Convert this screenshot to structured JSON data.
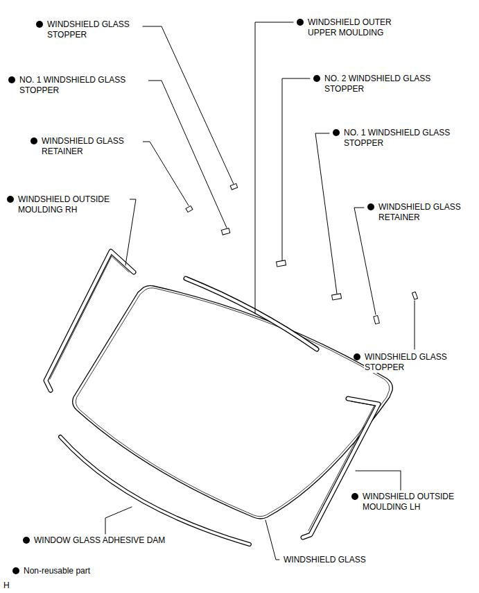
{
  "diagram": {
    "labels": [
      "WINDSHIELD GLASS STOPPER",
      "WINDSHIELD OUTER UPPER MOULDING",
      "NO. 1 WINDSHIELD GLASS STOPPER",
      "NO. 2 WINDSHIELD GLASS STOPPER",
      "WINDSHIELD GLASS RETAINER",
      "NO. 1 WINDSHIELD GLASS STOPPER",
      "WINDSHIELD OUTSIDE MOULDING RH",
      "WINDSHIELD GLASS RETAINER",
      "WINDSHIELD GLASS STOPPER",
      "WINDSHIELD OUTSIDE MOULDING LH",
      "WINDOW GLASS ADHESIVE DAM",
      "WINDSHIELD GLASS",
      "H"
    ],
    "legend": [
      {
        "text": "Non-reusable part"
      }
    ]
  }
}
